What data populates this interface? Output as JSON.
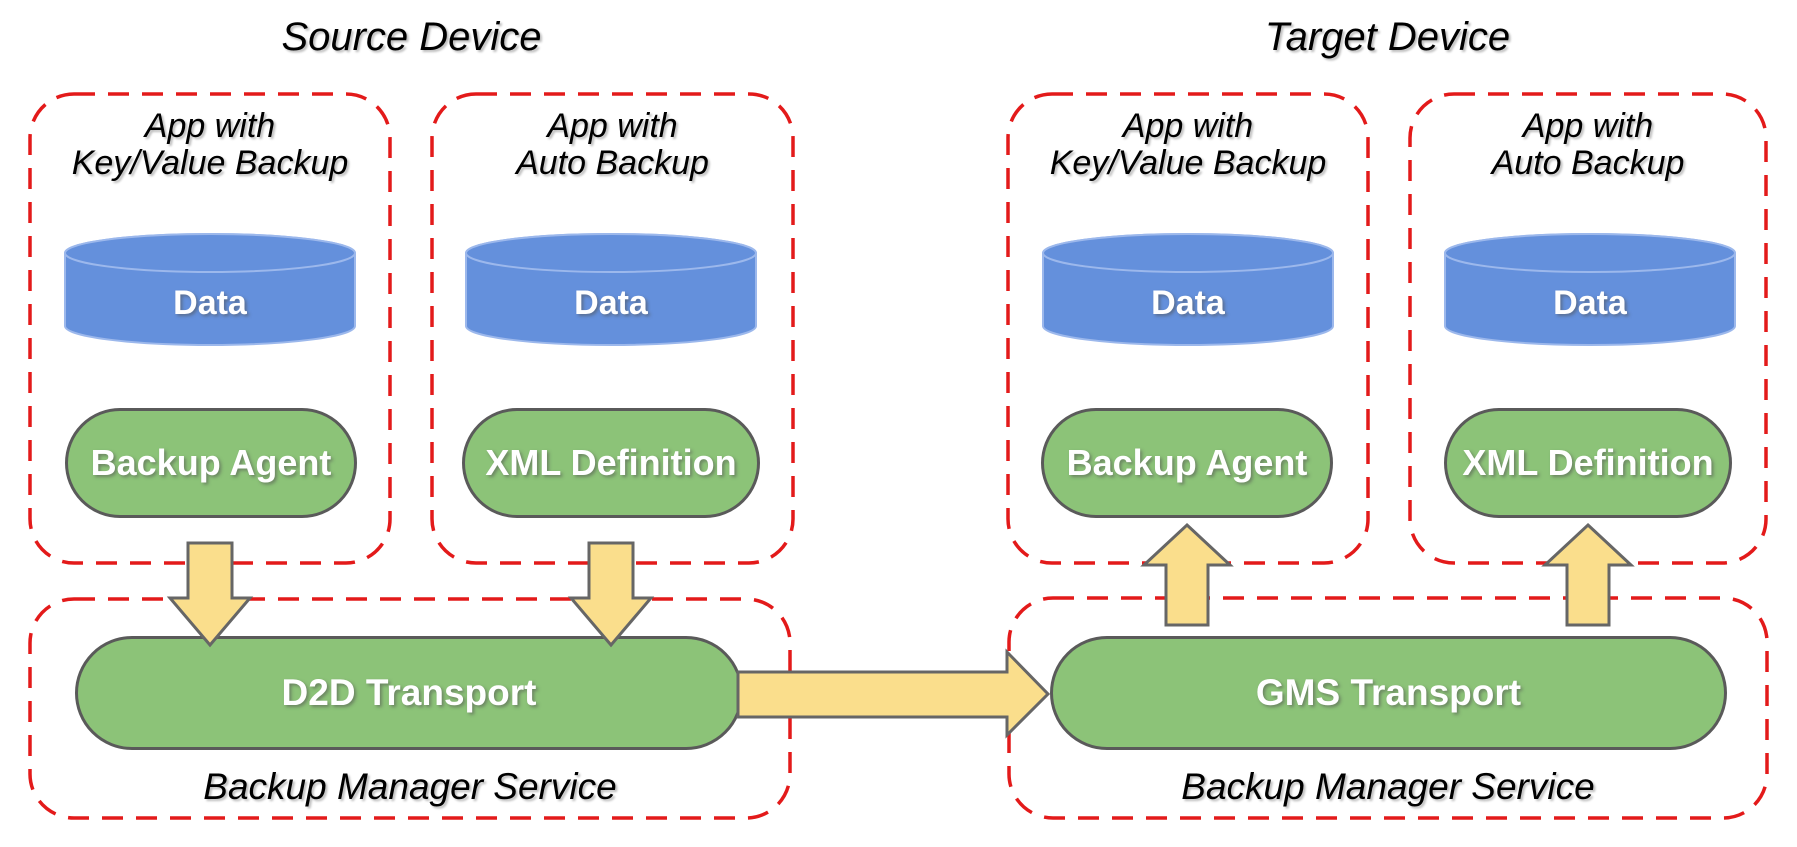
{
  "colors": {
    "box_border_red": "#e31a1a",
    "shape_green": "#8cc378",
    "shape_green_border": "#5a5a5a",
    "cylinder_blue": "#6490dc",
    "cylinder_blue_outline": "#9cb8ec",
    "arrow_yellow": "#fade8c",
    "arrow_border": "#666666",
    "label_white": "#ffffff",
    "text_black": "#000000"
  },
  "source_device": {
    "title": "Source Device",
    "apps": [
      {
        "name_line1": "App with",
        "name_line2": "Key/Value Backup",
        "data_label": "Data",
        "component_label": "Backup Agent"
      },
      {
        "name_line1": "App with",
        "name_line2": "Auto Backup",
        "data_label": "Data",
        "component_label": "XML Definition"
      }
    ],
    "service": {
      "transport_label": "D2D Transport",
      "service_label": "Backup Manager Service"
    }
  },
  "target_device": {
    "title": "Target Device",
    "apps": [
      {
        "name_line1": "App with",
        "name_line2": "Key/Value Backup",
        "data_label": "Data",
        "component_label": "Backup Agent"
      },
      {
        "name_line1": "App with",
        "name_line2": "Auto Backup",
        "data_label": "Data",
        "component_label": "XML Definition"
      }
    ],
    "service": {
      "transport_label": "GMS Transport",
      "service_label": "Backup Manager Service"
    }
  },
  "connections": [
    {
      "from": "Backup Agent (source)",
      "to": "D2D Transport",
      "direction": "down"
    },
    {
      "from": "XML Definition (source)",
      "to": "D2D Transport",
      "direction": "down"
    },
    {
      "from": "D2D Transport",
      "to": "GMS Transport",
      "direction": "right"
    },
    {
      "from": "GMS Transport",
      "to": "Backup Agent (target)",
      "direction": "up"
    },
    {
      "from": "GMS Transport",
      "to": "XML Definition (target)",
      "direction": "up"
    }
  ]
}
